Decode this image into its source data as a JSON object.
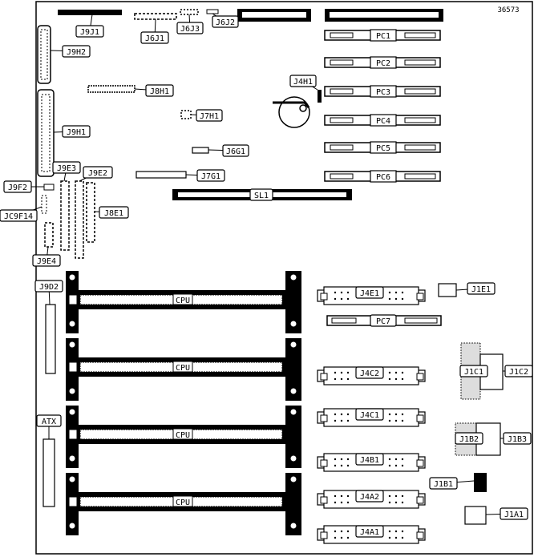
{
  "figure_id": "36573",
  "labels": {
    "J9J1": "J9J1",
    "J6J1": "J6J1",
    "J6J3": "J6J3",
    "J6J2": "J6J2",
    "J9H2": "J9H2",
    "J8H1": "J8H1",
    "J4H1": "J4H1",
    "J7H1": "J7H1",
    "J9H1": "J9H1",
    "J6G1": "J6G1",
    "J7G1": "J7G1",
    "J9F2": "J9F2",
    "J9E3": "J9E3",
    "J9E2": "J9E2",
    "JC9F14": "JC9F14",
    "J8E1": "J8E1",
    "J9E4": "J9E4",
    "J9D2": "J9D2",
    "ATX": "ATX",
    "SL1": "SL1",
    "J4E1": "J4E1",
    "J1E1": "J1E1",
    "PC7": "PC7",
    "J1C1": "J1C1",
    "J1C2": "J1C2",
    "J4C2": "J4C2",
    "J4C1": "J4C1",
    "J1B2": "J1B2",
    "J1B3": "J1B3",
    "J4B1": "J4B1",
    "J1B1": "J1B1",
    "J4A2": "J4A2",
    "J1A1": "J1A1",
    "J4A1": "J4A1"
  },
  "pci_slots": [
    "PC1",
    "PC2",
    "PC3",
    "PC4",
    "PC5",
    "PC6"
  ],
  "cpu_slots": [
    "CPU",
    "CPU",
    "CPU",
    "CPU"
  ]
}
